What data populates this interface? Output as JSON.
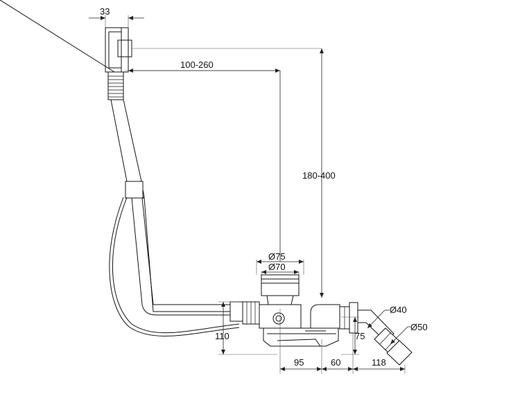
{
  "dimensions": {
    "d33": "33",
    "d100_260": "100-260",
    "d180_400": "180-400",
    "d75": "Ø75",
    "d70": "Ø70",
    "d40": "Ø40",
    "d50": "Ø50",
    "d110": "110",
    "d75v": "75",
    "d95": "95",
    "d60": "60",
    "d118": "118"
  }
}
